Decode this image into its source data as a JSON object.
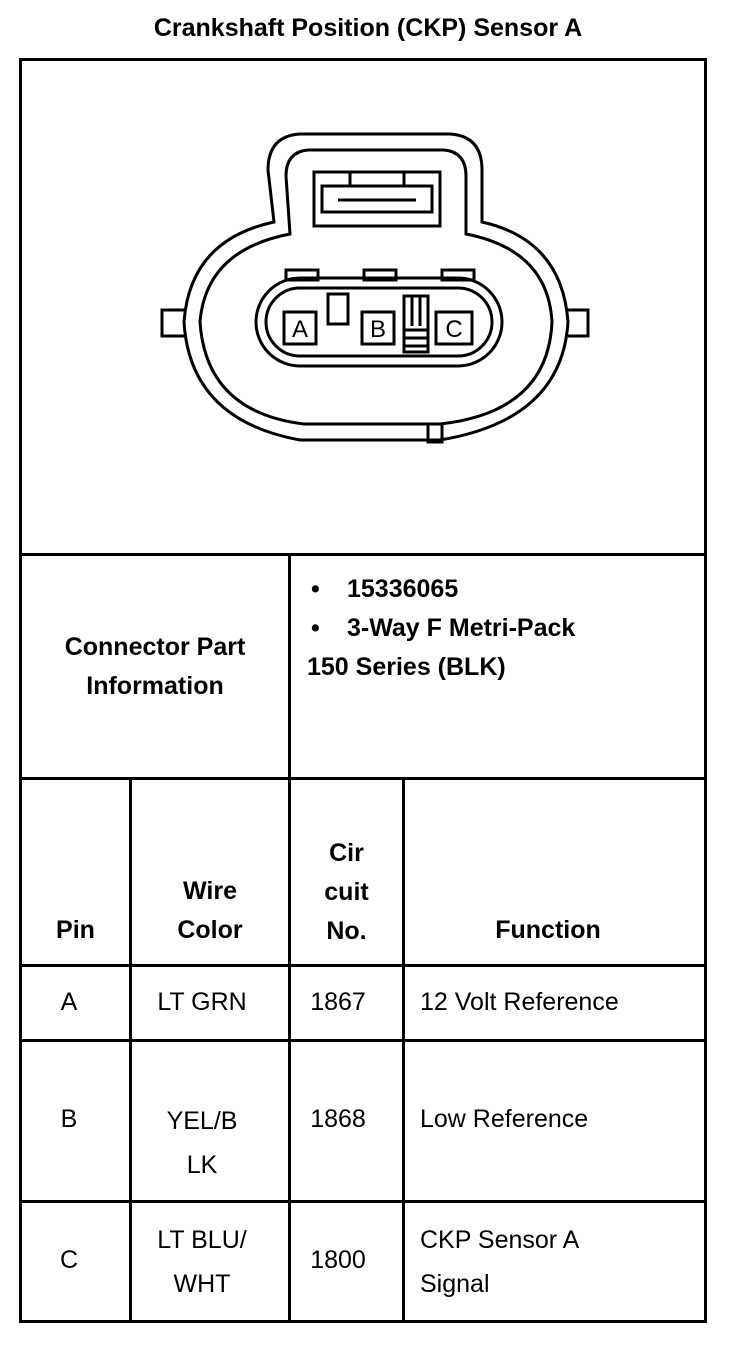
{
  "title": "Crankshaft Position (CKP) Sensor A",
  "connector_diagram": {
    "terminal_labels": [
      "A",
      "B",
      "C"
    ]
  },
  "part_info": {
    "label_line1": "Connector Part",
    "label_line2": "Information",
    "bullet_char": "•",
    "part_number": "15336065",
    "description_line1": "3-Way F Metri-Pack",
    "description_line2": "150 Series (BLK)"
  },
  "table": {
    "headers": {
      "pin": "Pin",
      "wire_color_line1": "Wire",
      "wire_color_line2": "Color",
      "circuit_line1": "Cir",
      "circuit_line2": "cuit",
      "circuit_line3": "No.",
      "function": "Function"
    },
    "rows": [
      {
        "pin": "A",
        "wire_line1": "LT GRN",
        "wire_line2": "",
        "circuit": "1867",
        "function_line1": "12 Volt Reference",
        "function_line2": ""
      },
      {
        "pin": "B",
        "wire_line1": "YEL/B",
        "wire_line2": "LK",
        "circuit": "1868",
        "function_line1": "Low Reference",
        "function_line2": ""
      },
      {
        "pin": "C",
        "wire_line1": "LT BLU/",
        "wire_line2": "WHT",
        "circuit": "1800",
        "function_line1": "CKP Sensor A",
        "function_line2": "Signal"
      }
    ]
  }
}
